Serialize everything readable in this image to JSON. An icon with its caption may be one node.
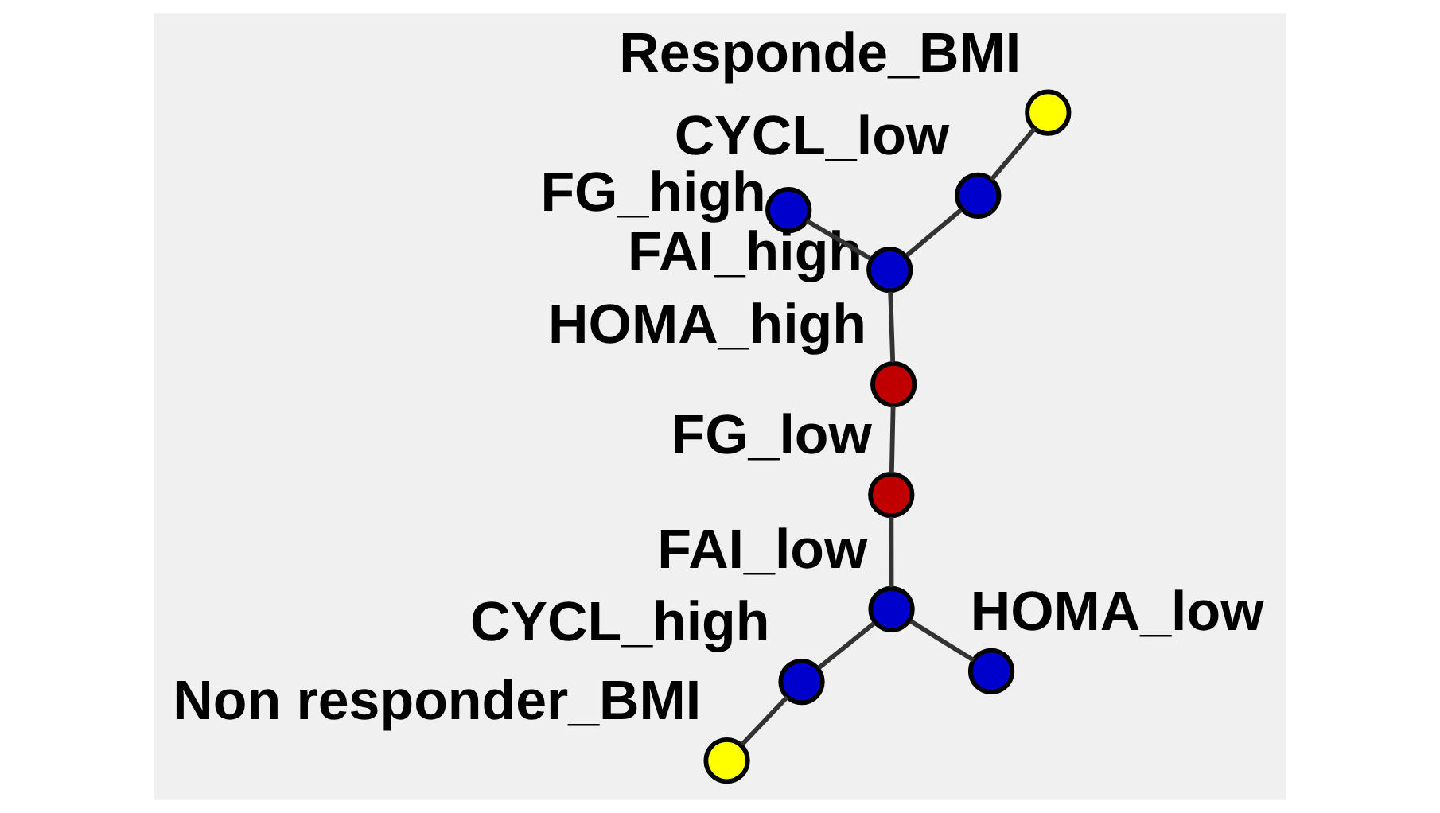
{
  "diagram": {
    "nodes": [
      {
        "text": [],
        "shape": "circle",
        "beside": [
          "Responde_BMI"
        ]
      },
      {
        "text": [],
        "shape": "circle",
        "beside": [
          "CYCL_low"
        ]
      },
      {
        "text": [],
        "shape": "circle",
        "beside": [
          "FAI_high"
        ]
      },
      {
        "text": [],
        "shape": "circle",
        "beside": [
          "Non responder_BMI"
        ]
      },
      {
        "text": [],
        "shape": "circle",
        "beside": [
          "HOMA_high"
        ]
      },
      {
        "text": [],
        "shape": "circle",
        "beside": [
          "FG_high"
        ]
      },
      {
        "text": [],
        "shape": "circle",
        "beside": [
          "CYCL_high"
        ]
      },
      {
        "text": [],
        "shape": "circle",
        "beside": [
          "FG_low"
        ]
      },
      {
        "text": [],
        "shape": "circle",
        "beside": [
          "FAI_low"
        ]
      },
      {
        "text": [],
        "shape": "circle",
        "beside": [
          "HOMA_low"
        ]
      }
    ],
    "edges": [
      {
        "from": 0,
        "to": 1,
        "arrow": "none"
      },
      {
        "from": 1,
        "to": 2,
        "arrow": "none"
      },
      {
        "from": 2,
        "to": 5,
        "arrow": "none"
      },
      {
        "from": 2,
        "to": 4,
        "arrow": "none"
      },
      {
        "from": 4,
        "to": 7,
        "arrow": "none"
      },
      {
        "from": 7,
        "to": 8,
        "arrow": "none"
      },
      {
        "from": 8,
        "to": 6,
        "arrow": "none"
      },
      {
        "from": 6,
        "to": 3,
        "arrow": "none"
      },
      {
        "from": 8,
        "to": 9,
        "arrow": "none"
      }
    ]
  }
}
